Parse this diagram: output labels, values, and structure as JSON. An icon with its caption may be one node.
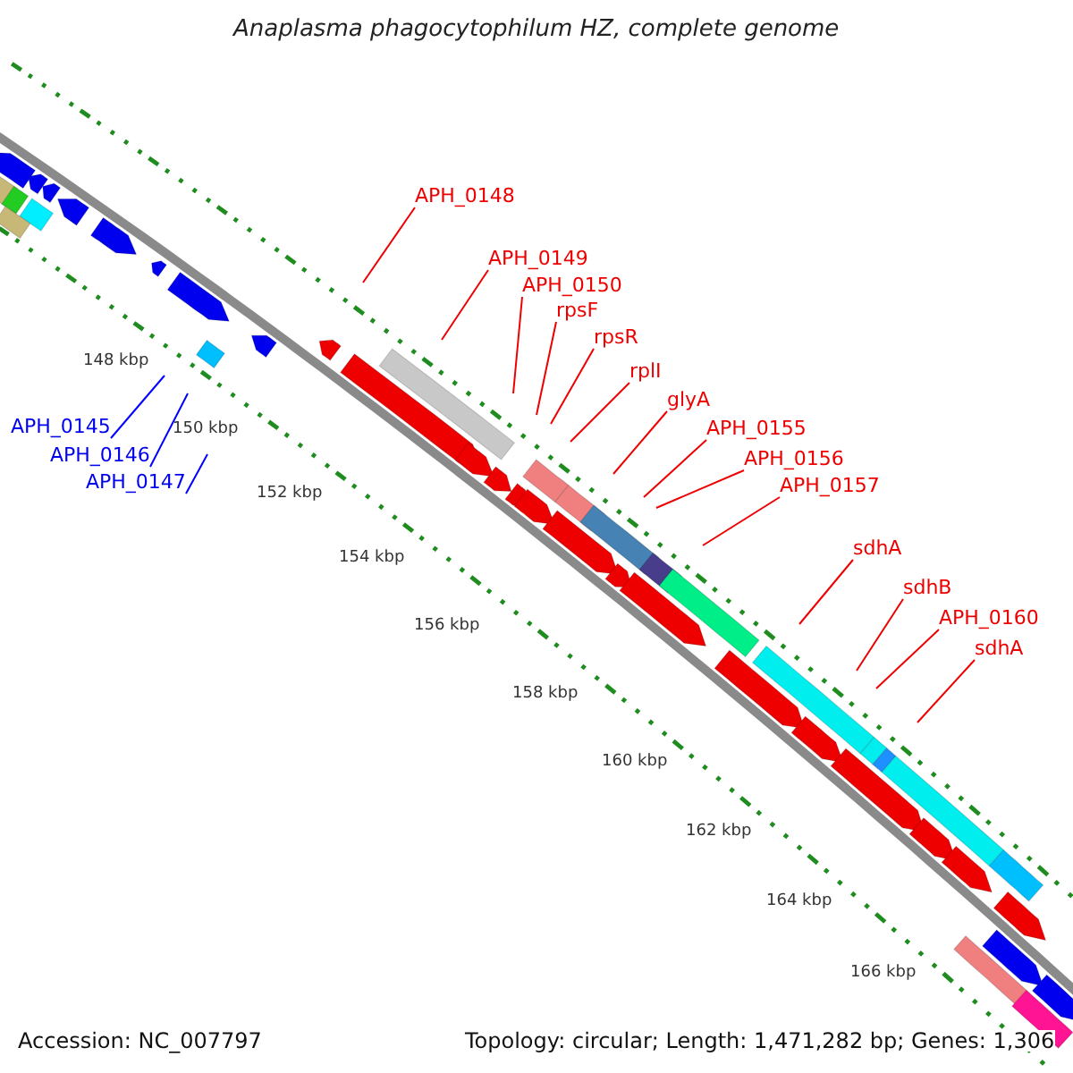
{
  "diagram": {
    "title": "Anaplasma phagocytophilum HZ, complete genome",
    "nodes": [
      {
        "text": [
          "APH_0148"
        ]
      },
      {
        "text": [
          "APH_0149"
        ]
      },
      {
        "text": [
          "APH_0150"
        ]
      },
      {
        "text": [
          "rpsF"
        ]
      },
      {
        "text": [
          "rpsR"
        ]
      },
      {
        "text": [
          "rplI"
        ]
      },
      {
        "text": [
          "glyA"
        ]
      },
      {
        "text": [
          "APH_0155"
        ]
      },
      {
        "text": [
          "APH_0145"
        ]
      },
      {
        "text": [
          "APH_0156"
        ]
      },
      {
        "text": [
          "APH_0146"
        ]
      },
      {
        "text": [
          "APH_0157"
        ]
      },
      {
        "text": [
          "APH_0147"
        ]
      },
      {
        "text": [
          "sdhA"
        ]
      },
      {
        "text": [
          "sdhB"
        ]
      },
      {
        "text": [
          "APH_0160"
        ]
      },
      {
        "text": [
          "sdhA"
        ]
      }
    ],
    "edges": [
      {
        "from": 0,
        "to": null,
        "arrow": "none"
      },
      {
        "from": 1,
        "to": null,
        "arrow": "none"
      },
      {
        "from": 2,
        "to": null,
        "arrow": "none"
      },
      {
        "from": 3,
        "to": null,
        "arrow": "none"
      },
      {
        "from": 4,
        "to": null,
        "arrow": "none"
      },
      {
        "from": 5,
        "to": null,
        "arrow": "none"
      },
      {
        "from": 6,
        "to": null,
        "arrow": "none"
      },
      {
        "from": 7,
        "to": null,
        "arrow": "none"
      },
      {
        "from": 8,
        "to": null,
        "arrow": "none",
        "color": "#0000ff"
      },
      {
        "from": 9,
        "to": null,
        "arrow": "none"
      },
      {
        "from": 10,
        "to": null,
        "arrow": "none",
        "color": "#0000ff"
      },
      {
        "from": 11,
        "to": null,
        "arrow": "none"
      },
      {
        "from": 12,
        "to": null,
        "arrow": "none",
        "color": "#0000ff"
      },
      {
        "from": 13,
        "to": null,
        "arrow": "none"
      },
      {
        "from": 14,
        "to": null,
        "arrow": "none"
      },
      {
        "from": 15,
        "to": null,
        "arrow": "none"
      },
      {
        "from": 16,
        "to": null,
        "arrow": "none"
      }
    ],
    "labels": [
      "148 kbp",
      "150 kbp",
      "152 kbp",
      "154 kbp",
      "156 kbp",
      "158 kbp",
      "160 kbp",
      "162 kbp",
      "164 kbp",
      "166 kbp",
      "Accession: NC_007797",
      "Topology: circular; Length: 1,471,282 bp; Genes: 1,306"
    ]
  }
}
